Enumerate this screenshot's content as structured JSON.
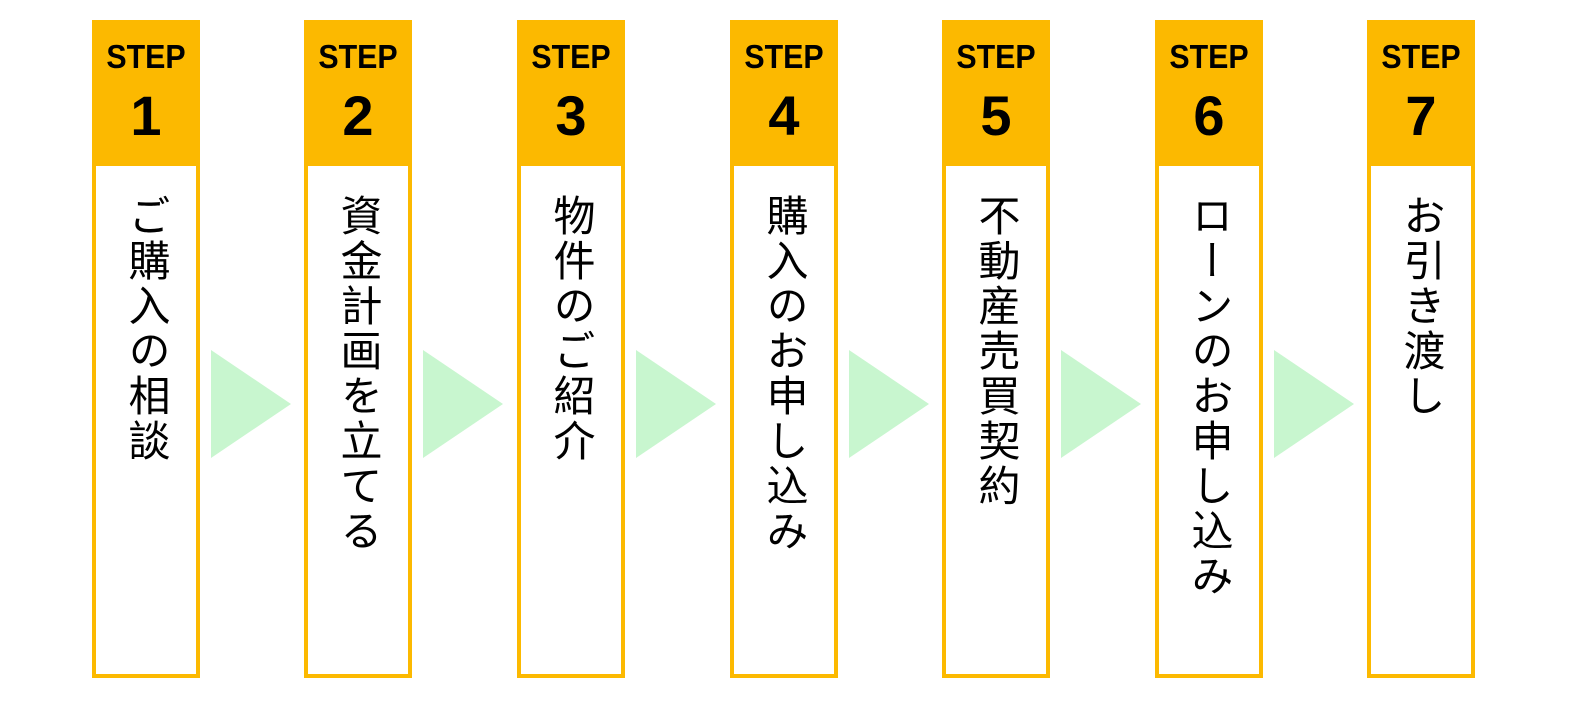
{
  "step_word": "STEP",
  "colors": {
    "header": "#fcb900",
    "border": "#fcb900",
    "arrow": "#c8f6cf",
    "text": "#000000"
  },
  "steps": [
    {
      "number": "1",
      "label": "ご購入の相談"
    },
    {
      "number": "2",
      "label": "資金計画を立てる"
    },
    {
      "number": "3",
      "label": "物件のご紹介"
    },
    {
      "number": "4",
      "label": "購入のお申し込み"
    },
    {
      "number": "5",
      "label": "不動産売買契約"
    },
    {
      "number": "6",
      "label": "ローンのお申し込み"
    },
    {
      "number": "7",
      "label": "お引き渡し"
    }
  ]
}
